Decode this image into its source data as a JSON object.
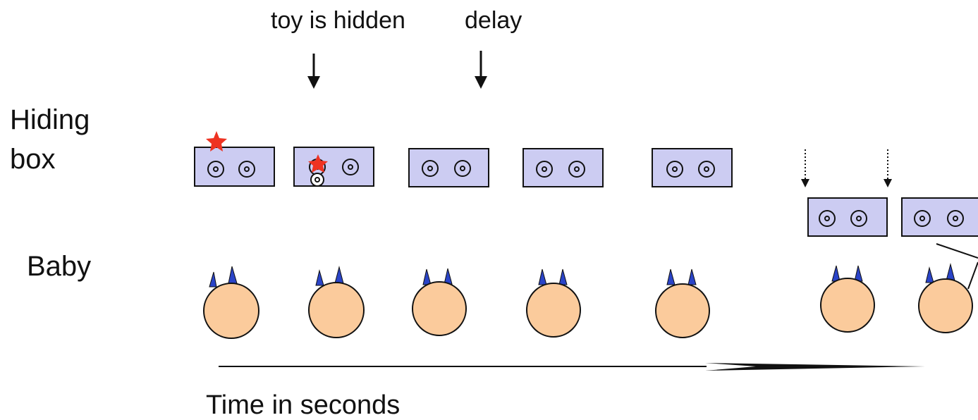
{
  "events": [
    "toy is hidden",
    "delay"
  ],
  "rows": {
    "box_label_line1": "Hiding",
    "box_label_line2": "box",
    "baby_label": "Baby"
  },
  "axis_label": "Time in seconds",
  "colors": {
    "box_fill": "#ccccf2",
    "star": "#ee3322",
    "head_fill": "#fbcb9c",
    "eye_fill": "#2a44c8",
    "outline": "#111111"
  }
}
